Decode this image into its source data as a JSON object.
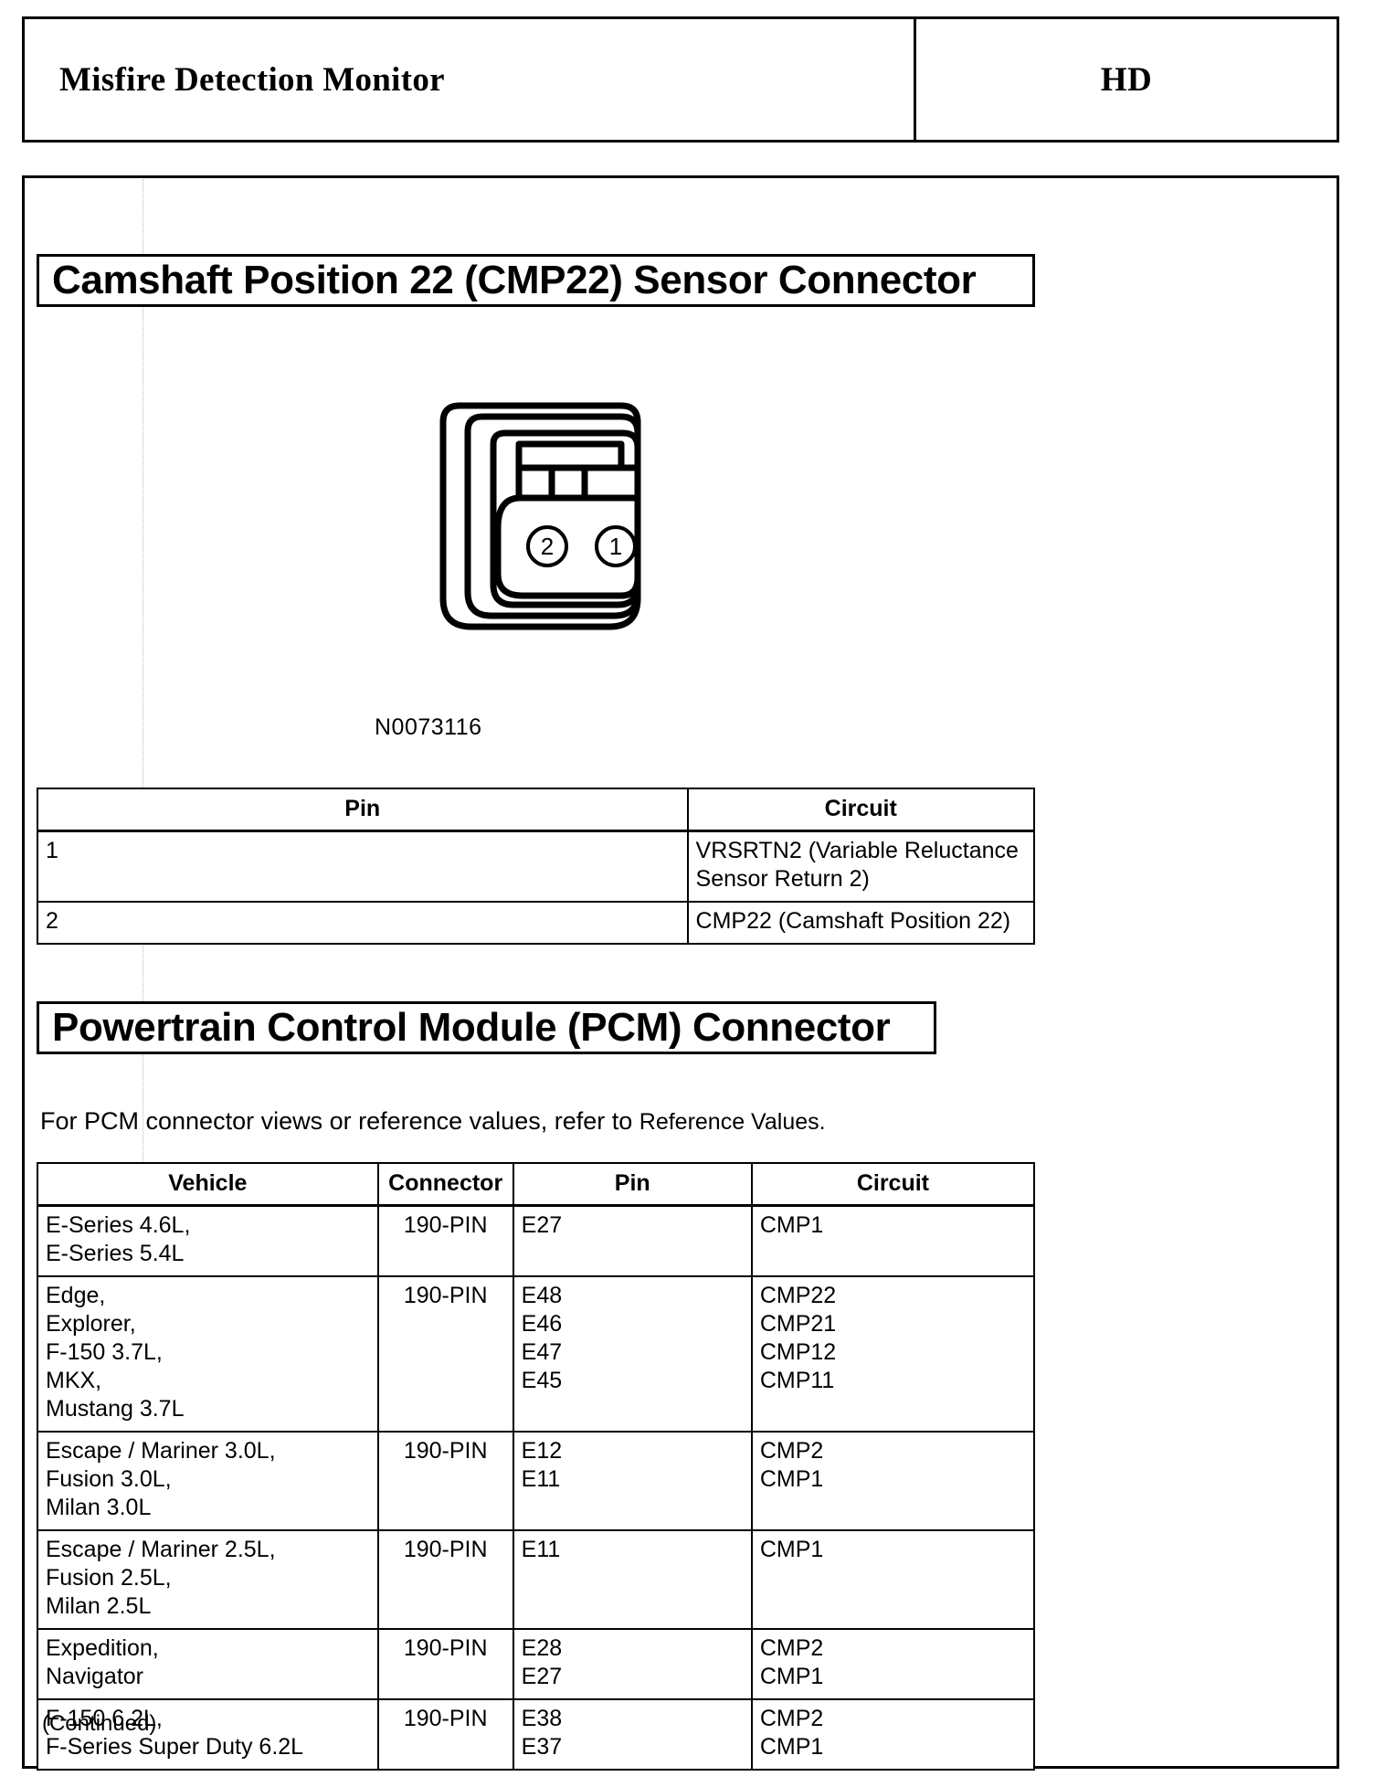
{
  "page_header": {
    "title": "Misfire Detection Monitor",
    "code": "HD"
  },
  "cmp22_section": {
    "banner": "Camshaft Position 22 (CMP22) Sensor Connector",
    "figure": {
      "part_number": "N0073116",
      "pin_markers": [
        "2",
        "1"
      ]
    },
    "table": {
      "headers": [
        "Pin",
        "Circuit"
      ],
      "rows": [
        {
          "pin": "1",
          "circuit": "VRSRTN2 (Variable Reluctance Sensor Return 2)"
        },
        {
          "pin": "2",
          "circuit": "CMP22 (Camshaft Position 22)"
        }
      ]
    }
  },
  "pcm_section": {
    "banner": "Powertrain Control Module (PCM) Connector",
    "intro_prefix": "For PCM connector views or reference values, refer to ",
    "intro_reference": "Reference Values.",
    "table": {
      "headers": [
        "Vehicle",
        "Connector",
        "Pin",
        "Circuit"
      ],
      "rows": [
        {
          "vehicle": [
            "E-Series 4.6L,",
            "E-Series 5.4L"
          ],
          "connector": "190-PIN",
          "pin": [
            "E27"
          ],
          "circuit": [
            "CMP1"
          ]
        },
        {
          "vehicle": [
            "Edge,",
            "Explorer,",
            "F-150 3.7L,",
            "MKX,",
            "Mustang 3.7L"
          ],
          "connector": "190-PIN",
          "pin": [
            "E48",
            "E46",
            "E47",
            "E45"
          ],
          "circuit": [
            "CMP22",
            "CMP21",
            "CMP12",
            "CMP11"
          ]
        },
        {
          "vehicle": [
            "Escape / Mariner 3.0L,",
            "Fusion 3.0L,",
            "Milan 3.0L"
          ],
          "connector": "190-PIN",
          "pin": [
            "E12",
            "E11"
          ],
          "circuit": [
            "CMP2",
            "CMP1"
          ]
        },
        {
          "vehicle": [
            "Escape / Mariner 2.5L,",
            "Fusion 2.5L,",
            "Milan 2.5L"
          ],
          "connector": "190-PIN",
          "pin": [
            "E11"
          ],
          "circuit": [
            "CMP1"
          ]
        },
        {
          "vehicle": [
            "Expedition,",
            "Navigator"
          ],
          "connector": "190-PIN",
          "pin": [
            "E28",
            "E27"
          ],
          "circuit": [
            "CMP2",
            "CMP1"
          ]
        },
        {
          "vehicle": [
            "F-150 6.2L,",
            "F-Series Super Duty 6.2L"
          ],
          "connector": "190-PIN",
          "pin": [
            "E38",
            "E37"
          ],
          "circuit": [
            "CMP2",
            "CMP1"
          ]
        }
      ]
    },
    "continued": "(Continued)"
  },
  "colors": {
    "ink": "#000000",
    "paper": "#ffffff"
  }
}
